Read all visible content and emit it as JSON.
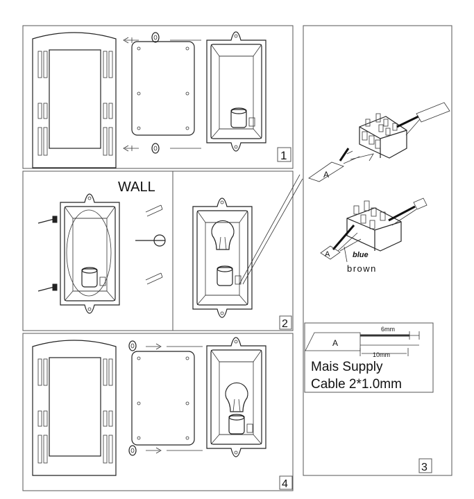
{
  "steps": {
    "step1": {
      "number": "1"
    },
    "step2": {
      "number": "2",
      "wall_label": "WALL"
    },
    "step3": {
      "number": "3",
      "connector_top_label": "A",
      "connector_bottom_label": "A",
      "wire_blue_label": "blue",
      "wire_brown_label": "brown",
      "cable_detail": {
        "cable_label": "A",
        "strip_short": "6mm",
        "strip_long": "10mm",
        "caption_line1": "Mais Supply",
        "caption_line2": "Cable 2*1.0mm"
      }
    },
    "step4": {
      "number": "4"
    }
  }
}
